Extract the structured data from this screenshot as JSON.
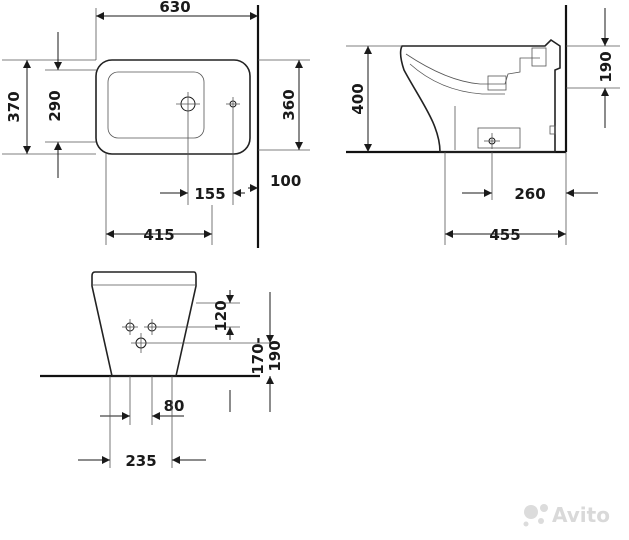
{
  "top_view": {
    "width": "630",
    "overall_depth": "370",
    "inner_depth": "290",
    "wall_depth": "360",
    "hole_offset": "155",
    "wall_gap": "100",
    "depth_415": "415"
  },
  "side_view": {
    "height": "400",
    "tap_height": "190",
    "depth_260": "260",
    "depth_455": "455"
  },
  "front_view": {
    "h120": "120",
    "h170_190_line1": "170-",
    "h170_190_line2": "190",
    "w80": "80",
    "w235": "235"
  },
  "watermark": {
    "text": "Avito",
    "icon": "avito-logo-icon"
  }
}
